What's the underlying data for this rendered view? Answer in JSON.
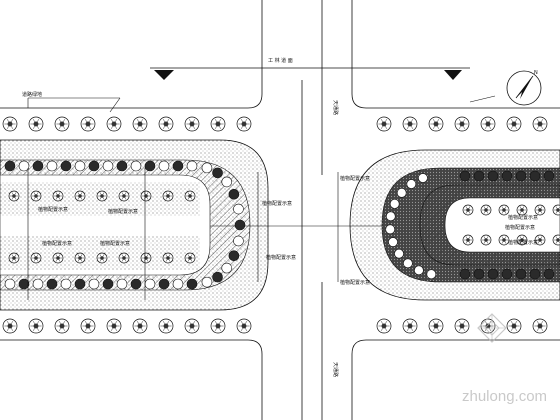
{
  "road": {
    "north_label": "工 林 道 面",
    "side_road_upper": "天通路",
    "side_road_lower": "天通路"
  },
  "annotations": {
    "street_tree": "道路绿地",
    "left_island": [
      "植物配置示意",
      "植物配置示意",
      "植物配置示意",
      "植物配置示意",
      "植物配置示意"
    ],
    "right_island": [
      "植物配置示意",
      "植物配置示意",
      "植物配置示意",
      "植物配置示意"
    ],
    "right_center": [
      "植物配置示意",
      "植物配置示意"
    ]
  },
  "compass": {
    "label": "N"
  },
  "watermark": {
    "brand": "zhulong.com"
  },
  "colors": {
    "line": "#111111",
    "fill_dark": "#3a3a3a",
    "fill_mid": "#8a8a8a",
    "watermark": "#b8b8b8"
  }
}
